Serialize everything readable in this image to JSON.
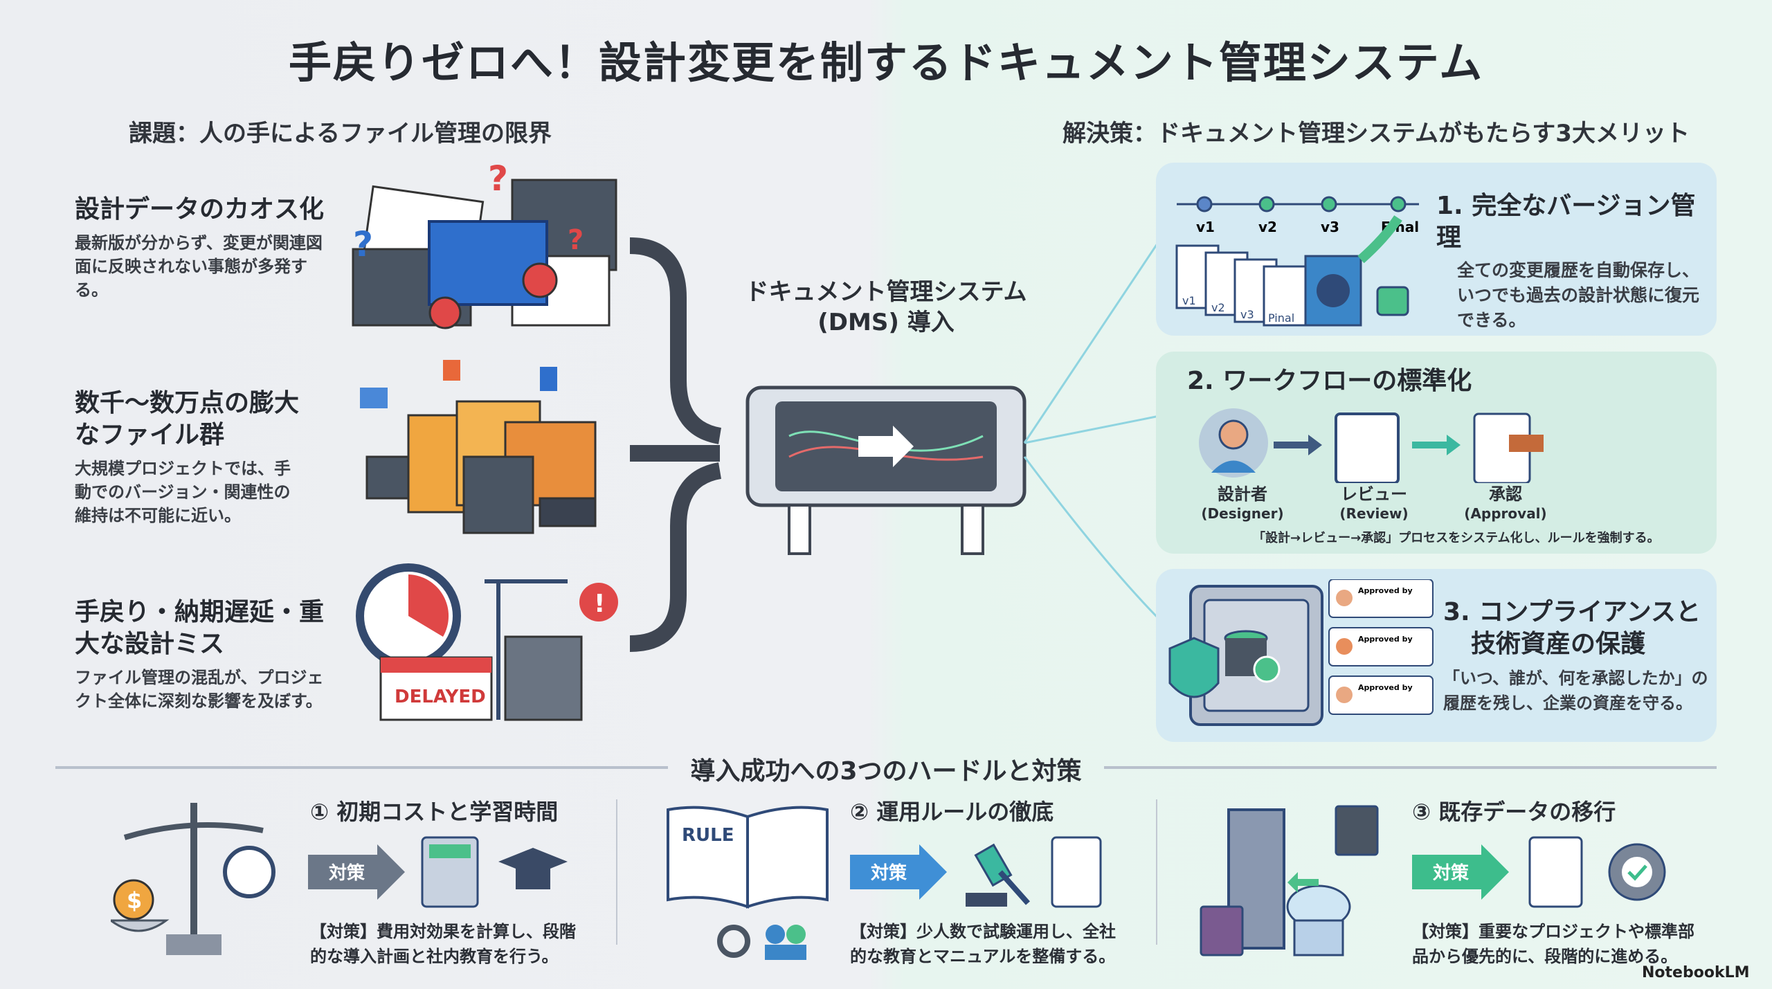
{
  "title": "手戻りゼロへ！設計変更を制するドキュメント管理システム",
  "problems": {
    "heading": "課題：人の手によるファイル管理の限界",
    "items": [
      {
        "title": "設計データのカオス化",
        "desc": "最新版が分からず、変更が関連図面に反映されない事態が多発する。"
      },
      {
        "title": "数千〜数万点の膨大なファイル群",
        "desc": "大規模プロジェクトでは、手動でのバージョン・関連性の維持は不可能に近い。"
      },
      {
        "title": "手戻り・納期遅延・重大な設計ミス",
        "desc": "ファイル管理の混乱が、プロジェクト全体に深刻な影響を及ぼす。",
        "stamp": "DELAYED"
      }
    ]
  },
  "center": {
    "label_line1": "ドキュメント管理システム",
    "label_line2": "(DMS) 導入"
  },
  "benefits": {
    "heading": "解決策：ドキュメント管理システムがもたらす3大メリット",
    "card1": {
      "title": "1. 完全なバージョン管理",
      "desc": "全ての変更履歴を自動保存し、いつでも過去の設計状態に復元できる。",
      "versions": [
        "v1",
        "v2",
        "v3",
        "Final"
      ],
      "file_tags": [
        "v1",
        "v2",
        "v3",
        "Pinal"
      ]
    },
    "card2": {
      "title": "2. ワークフローの標準化",
      "steps": [
        {
          "ja": "設計者",
          "en": "(Designer)"
        },
        {
          "ja": "レビュー",
          "en": "(Review)"
        },
        {
          "ja": "承認",
          "en": "(Approval)"
        }
      ],
      "desc": "「設計→レビュー→承認」プロセスをシステム化し、ルールを強制する。"
    },
    "card3": {
      "title_line1": "3. コンプライアンスと",
      "title_line2": "技術資産の保護",
      "desc": "「いつ、誰が、何を承認したか」の履歴を残し、企業の資産を守る。",
      "log_label": "Approved by"
    }
  },
  "hurdles": {
    "heading": "導入成功への3つのハードルと対策",
    "arrow_label": "対策",
    "items": [
      {
        "title": "① 初期コストと学習時間",
        "desc": "【対策】費用対効果を計算し、段階的な導入計画と社内教育を行う。",
        "color": "#6b7788"
      },
      {
        "title": "② 運用ルールの徹底",
        "desc": "【対策】少人数で試験運用し、全社的な教育とマニュアルを整備する。",
        "color": "#3f8fd6",
        "book_label": "RULE"
      },
      {
        "title": "③ 既存データの移行",
        "desc": "【対策】重要なプロジェクトや標準部品から優先的に、段階的に進める。",
        "color": "#3dbd8c"
      }
    ]
  },
  "watermark": "NotebookLM",
  "colors": {
    "card_blue": "#d5eaf3",
    "card_green": "#d4ede4",
    "accent_green": "#3dbd8c",
    "accent_blue": "#3f8fd6",
    "danger": "#e04848"
  }
}
